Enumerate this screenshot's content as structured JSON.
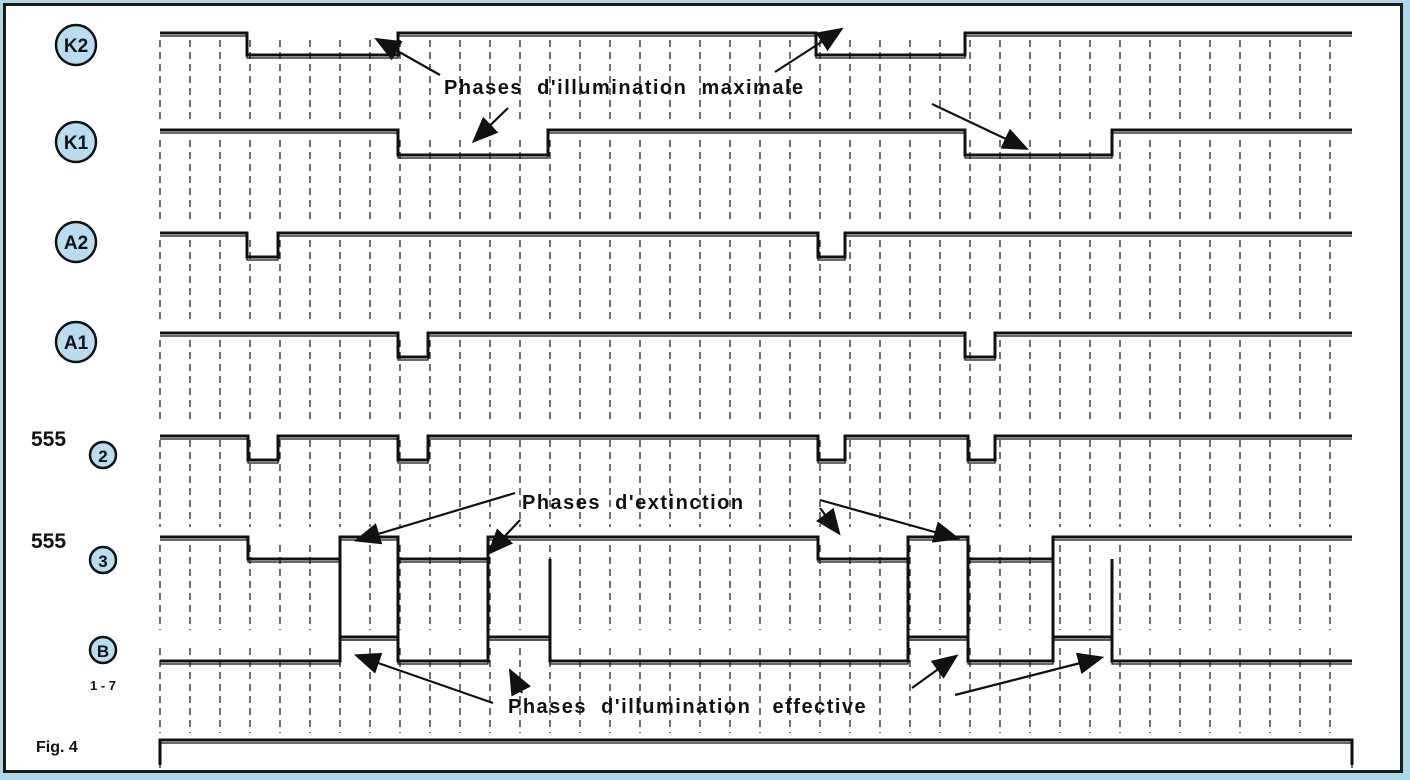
{
  "channels": [
    {
      "id": "k2",
      "label": "K2",
      "style": "circled"
    },
    {
      "id": "k1",
      "label": "K1",
      "style": "circled"
    },
    {
      "id": "a2",
      "label": "A2",
      "style": "circled"
    },
    {
      "id": "a1",
      "label": "A1",
      "style": "circled"
    },
    {
      "id": "555-2",
      "label": "555",
      "sub": "2",
      "style": "plain-circled-sub"
    },
    {
      "id": "555-3",
      "label": "555",
      "sub": "3",
      "style": "plain-circled-sub"
    },
    {
      "id": "b",
      "label": "B",
      "sub_note": "1 - 7",
      "style": "circled-small"
    }
  ],
  "annotations": {
    "max_illumination": "Phases  d'illumination  maximale",
    "extinction": "Phases  d'extinction",
    "effective_illumination": "Phases  d'illumination   effective"
  },
  "figure_caption": "Fig. 4",
  "colors": {
    "background": "#aed8ea",
    "panel": "#ffffff",
    "label_circle": "#b9dcee",
    "ink": "#111111"
  }
}
